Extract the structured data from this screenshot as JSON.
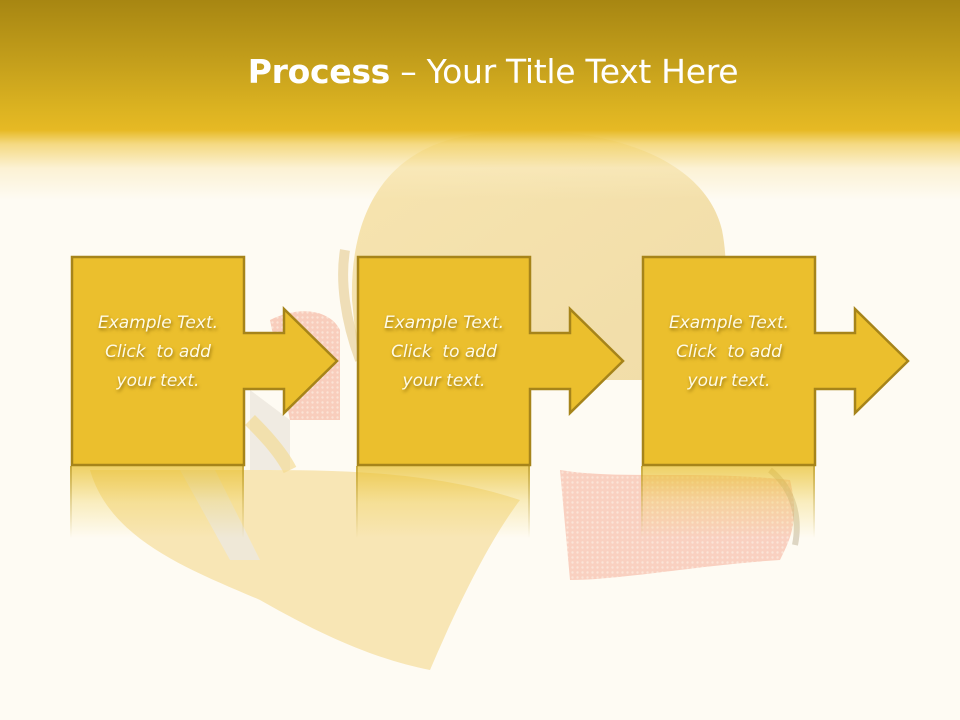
{
  "slide": {
    "title_bold": "Process",
    "title_rest": " – Your Title Text Here",
    "colors": {
      "header_top": "#a78612",
      "header_bottom": "#e6b924",
      "box_fill": "#ebbf2d",
      "box_border": "#a6841a",
      "text": "#fffbe6",
      "background": "#fefbf3"
    }
  },
  "steps": [
    {
      "line1": "Example Text.",
      "line2": "Click  to add",
      "line3": "your text.",
      "icon": "arrow-right-icon"
    },
    {
      "line1": "Example Text.",
      "line2": "Click  to add",
      "line3": "your text.",
      "icon": "arrow-right-icon"
    },
    {
      "line1": "Example Text.",
      "line2": "Click  to add",
      "line3": "your text.",
      "icon": "arrow-right-icon"
    }
  ],
  "background_image": {
    "subject": "hard-hat-gloves-safety-vest"
  }
}
